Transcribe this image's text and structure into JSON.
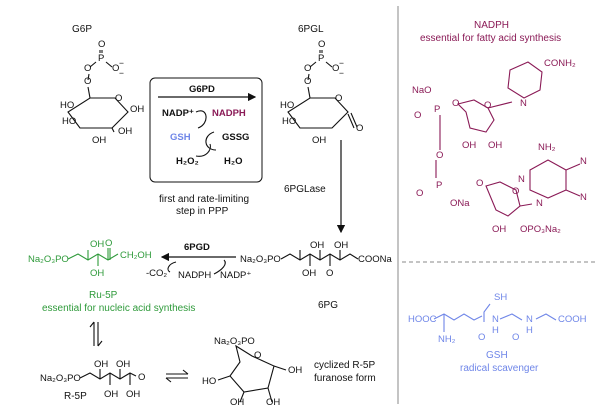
{
  "colors": {
    "black": "#111111",
    "green": "#2e9a3a",
    "purple": "#8a1a56",
    "blue": "#6f86e8",
    "grey_divider": "#888888"
  },
  "molecules": {
    "g6p": {
      "name": "G6P",
      "atoms": [
        "O",
        "P",
        "O",
        "O",
        "O",
        "HO",
        "HO",
        "OH",
        "O",
        "OH",
        "OH"
      ],
      "charges": [
        "−",
        "−"
      ]
    },
    "pgl": {
      "name": "6PGL",
      "atoms": [
        "O",
        "P",
        "O",
        "O",
        "O",
        "HO",
        "HO",
        "OH",
        "O",
        "O"
      ],
      "charges": [
        "−",
        "−"
      ]
    },
    "pg": {
      "name": "6PG",
      "left": "Na₂O₃PO",
      "right": "COONa",
      "oh": [
        "OH",
        "OH",
        "OH",
        "O"
      ],
      "h": [
        "H"
      ]
    },
    "ru5p": {
      "name": "Ru-5P",
      "caption": "essential for nucleic acid synthesis",
      "left": "Na₂O₃PO",
      "oh_top": "OH",
      "oh_bottom": "OH",
      "carbonyl": "O",
      "end": "CH₂OH"
    },
    "r5p": {
      "name": "R-5P",
      "left": "Na₂O₃PO",
      "oh": [
        "OH",
        "OH",
        "OH",
        "OH"
      ],
      "carbonyl": "O"
    },
    "cyclized": {
      "left": "Na₂O₃PO",
      "ring_o": "O",
      "oh": [
        "OH",
        "HO",
        "OH",
        "OH"
      ],
      "caption_1": "cyclized R-5P",
      "caption_2": "furanose form"
    },
    "nadph": {
      "name": "NADPH",
      "caption": "essential for fatty acid synthesis",
      "amide": "CONH₂",
      "ring_n": "N",
      "na_groups": [
        "NaO",
        "ONa"
      ],
      "p_atoms": [
        "P",
        "P"
      ],
      "o_atoms": [
        "O",
        "O",
        "O",
        "O",
        "O",
        "O",
        "O",
        "O"
      ],
      "ring_o": [
        "O",
        "O"
      ],
      "oh": [
        "OH",
        "OH",
        "OH"
      ],
      "amine": "NH₂",
      "purine_n": [
        "N",
        "N",
        "N",
        "N"
      ],
      "phosphate": "OPO₃Na₂"
    },
    "gsh": {
      "name": "GSH",
      "caption": "radical scavenger",
      "sh": "SH",
      "cooh_left": "HOOC",
      "cooh_right": "COOH",
      "nh": [
        "N",
        "N"
      ],
      "h": [
        "H",
        "H"
      ],
      "o": [
        "O",
        "O"
      ],
      "amine": "NH₂"
    }
  },
  "enzymes": {
    "g6pd": {
      "label": "G6PD",
      "nadp": "NADP⁺",
      "nadph": "NADPH",
      "gsh": "GSH",
      "gssg": "GSSG",
      "h2o2": "H₂O₂",
      "h2o": "H₂O",
      "note_line1": "first and rate-limiting",
      "note_line2": "step in PPP"
    },
    "pglase": {
      "label": "6PGLase"
    },
    "pgd": {
      "label": "6PGD",
      "co2": "-CO₂",
      "nadph": "NADPH",
      "nadp": "NADP⁺"
    }
  }
}
